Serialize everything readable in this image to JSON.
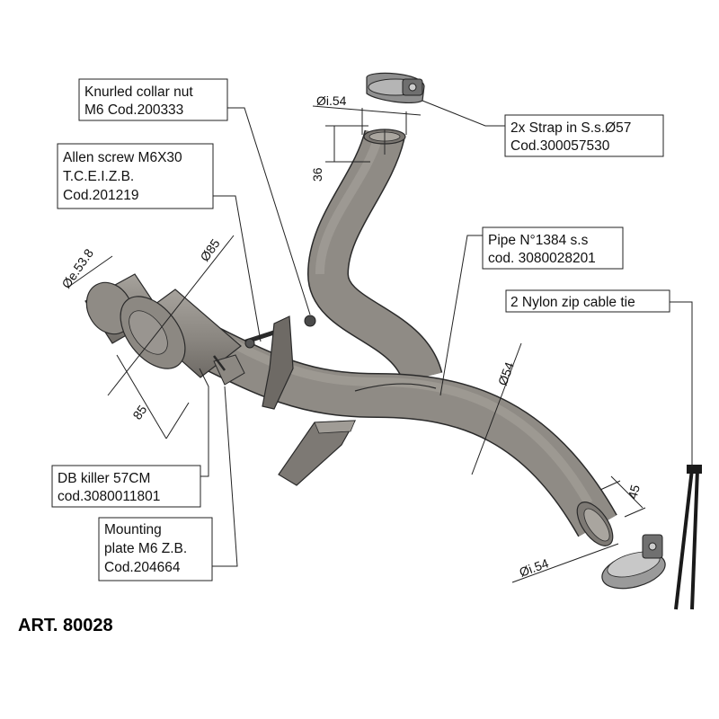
{
  "colors": {
    "pipe_fill": "#8f8b85",
    "pipe_dark": "#6f6b66",
    "pipe_light": "#b2aea7",
    "outline": "#2a2a2a",
    "zip_tie": "#1a1a1a",
    "clamp": "#9a9a9a"
  },
  "callouts": {
    "collar_nut": {
      "line1": "Knurled collar nut",
      "line2": "M6 Cod.200333"
    },
    "allen_screw": {
      "line1": "Allen screw M6X30",
      "line2": "T.C.E.I.Z.B.",
      "line3": "Cod.201219"
    },
    "strap": {
      "line1": "2x Strap in S.s.Ø57",
      "line2": "Cod.300057530"
    },
    "pipe": {
      "line1": "Pipe N°1384 s.s",
      "line2": "cod. 3080028201"
    },
    "zip_tie": {
      "line1": "2 Nylon zip cable tie"
    },
    "db_killer": {
      "line1": "DB killer 57CM",
      "line2": "cod.3080011801"
    },
    "mounting_plate": {
      "line1": "Mounting",
      "line2": "plate M6 Z.B.",
      "line3": "Cod.204664"
    }
  },
  "dimensions": {
    "top_inner_dia": "Øi.54",
    "top_length": "36",
    "left_outer_dia": "Øe.53.8",
    "killer_dia": "Ø85",
    "killer_length": "85",
    "mid_dia": "Ø54",
    "right_length": "45",
    "right_inner_dia": "Øi.54"
  },
  "article": "ART. 80028"
}
